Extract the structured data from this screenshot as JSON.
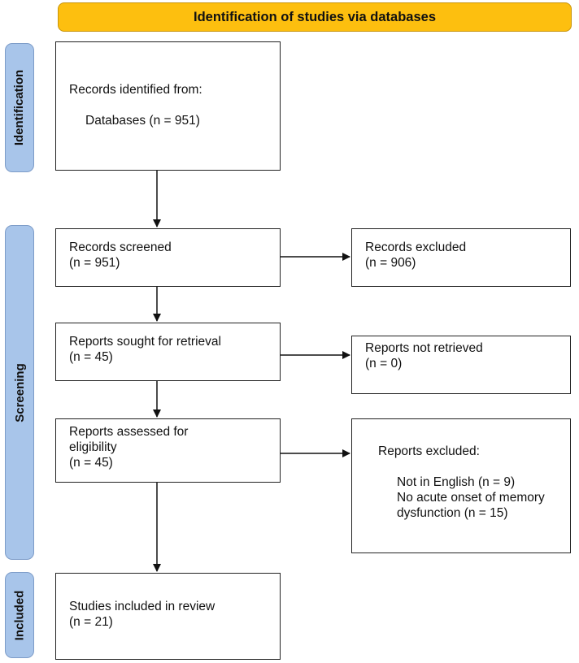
{
  "header": {
    "title": "Identification of studies via databases"
  },
  "phases": {
    "identification": "Identification",
    "screening": "Screening",
    "included": "Included"
  },
  "boxes": {
    "identified": {
      "title": "Records identified from:",
      "detail": "Databases (n = 951)"
    },
    "screened": {
      "title": "Records screened",
      "count": "(n = 951)"
    },
    "excluded": {
      "title": "Records excluded",
      "count": "(n = 906)"
    },
    "sought": {
      "title": "Reports sought for retrieval",
      "count": "(n = 45)"
    },
    "not_retrieved": {
      "title": "Reports not retrieved",
      "count": "(n = 0)"
    },
    "assessed": {
      "title_line1": "Reports assessed for",
      "title_line2": "eligibility",
      "count": "(n = 45)"
    },
    "reports_excluded": {
      "title": "Reports excluded:",
      "reasons": [
        "Not in English (n = 9)",
        "No acute onset of memory",
        "dysfunction (n = 15)"
      ]
    },
    "included": {
      "title": "Studies included in review",
      "count": "(n = 21)"
    }
  }
}
